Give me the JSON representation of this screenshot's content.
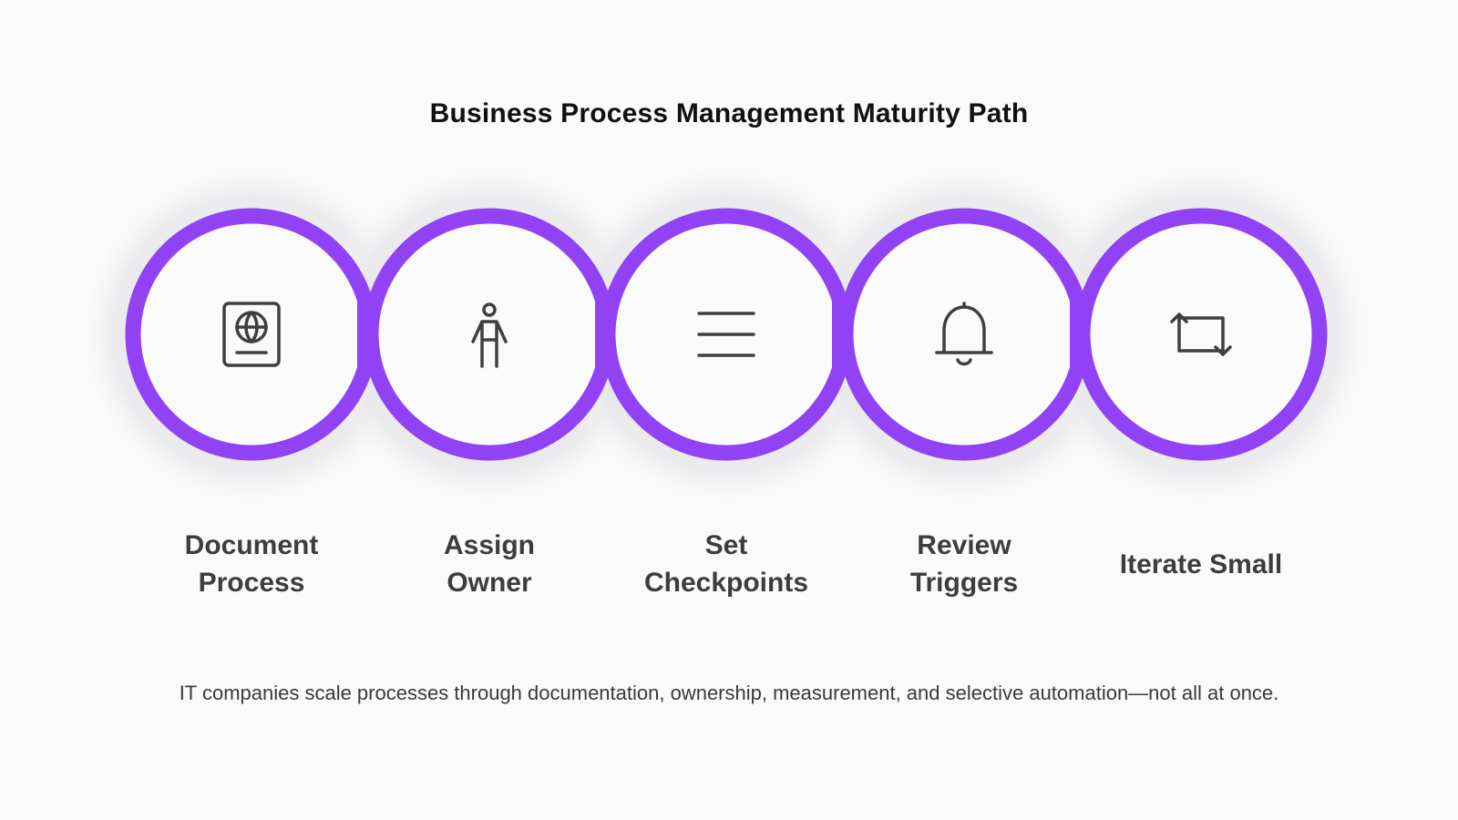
{
  "title": "Business Process Management Maturity Path",
  "accent_color": "#9142f5",
  "steps": [
    {
      "label": "Document\nProcess",
      "icon": "passport-icon"
    },
    {
      "label": "Assign\nOwner",
      "icon": "person-icon"
    },
    {
      "label": "Set\nCheckpoints",
      "icon": "menu-lines-icon"
    },
    {
      "label": "Review\nTriggers",
      "icon": "bell-icon"
    },
    {
      "label": "Iterate Small",
      "icon": "repeat-arrows-icon"
    }
  ],
  "footnote": "IT companies scale processes through documentation, ownership, measurement, and selective automation—not all at once."
}
